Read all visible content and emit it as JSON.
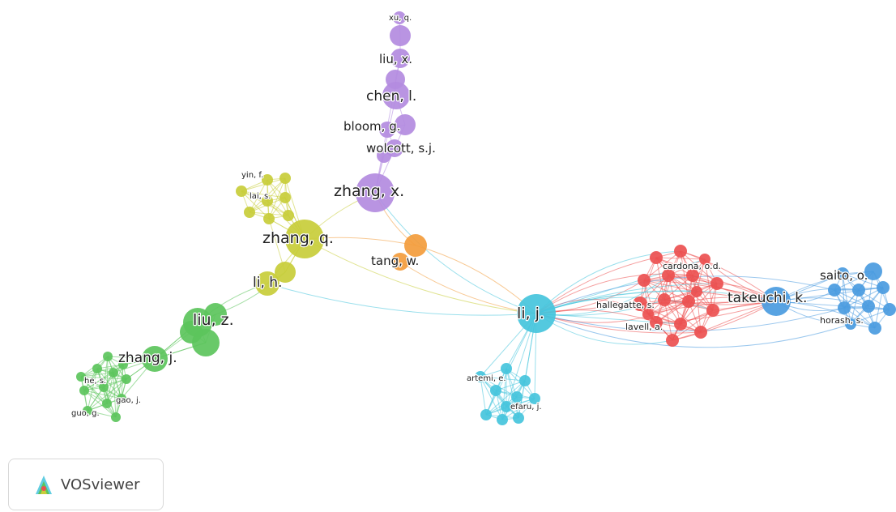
{
  "app": {
    "name": "VOSviewer",
    "logo_icon": "vosviewer-logo-icon"
  },
  "cluster_colors": {
    "purple": "#b38be0",
    "yellow": "#c8cd3a",
    "green": "#5cc45c",
    "orange": "#f39c3c",
    "cyan": "#45c4dc",
    "red": "#ec5050",
    "blue": "#4a9be0"
  },
  "nodes": {
    "xu_q": "xu, q.",
    "liu_x": "liu, x.",
    "chen_l": "chen, l.",
    "bloom_g": "bloom, g.",
    "wolcott_sj": "wolcott, s.j.",
    "zhang_x": "zhang, x.",
    "yin_f": "yin, f.",
    "lai_s": "lai, s.",
    "zhang_q": "zhang, q.",
    "tang_w": "tang, w.",
    "li_h": "li, h.",
    "liu_z": "liu, z.",
    "zhang_j": "zhang, j.",
    "he_s": "he, s.",
    "gao_j": "gao, j.",
    "guo_g": "guo, g.",
    "li_j": "li, j.",
    "artemi_e": "artemi, e.",
    "efaru_j": "efaru, j.",
    "cardona_od": "cardona, o.d.",
    "hallegatte_s": "hallegatte, s.",
    "lavell_a": "lavell, a.",
    "takeuchi_k": "takeuchi, k.",
    "saito_o": "saito, o.",
    "horash_s": "horash, s."
  }
}
